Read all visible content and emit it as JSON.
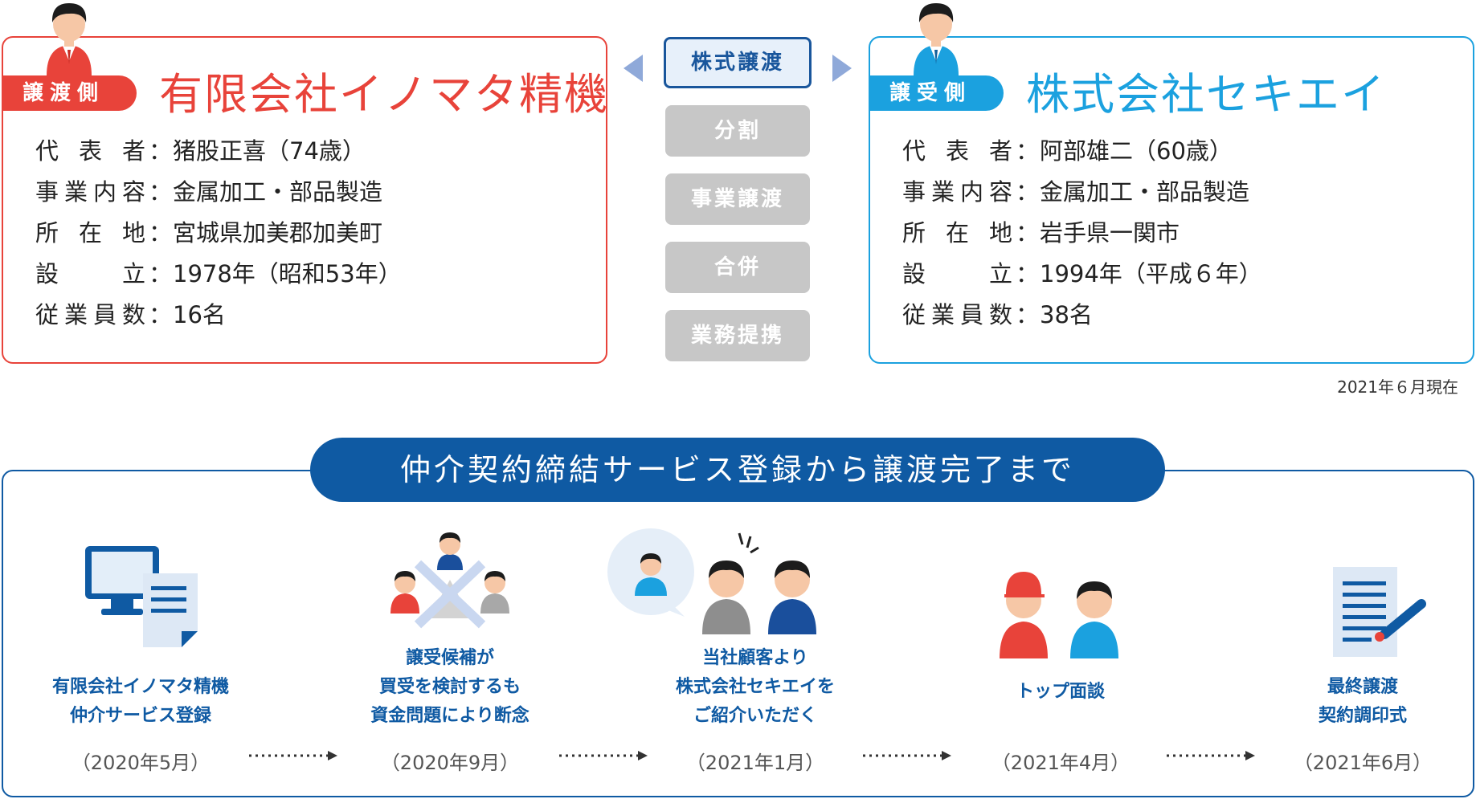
{
  "seller": {
    "role": "譲渡側",
    "company": "有限会社イノマタ精機",
    "rows": [
      {
        "label": "代表者",
        "sep": "：",
        "value": "猪股正喜（74歳）"
      },
      {
        "label": "事業内容",
        "sep": "：",
        "value": "金属加工・部品製造"
      },
      {
        "label": "所在地",
        "sep": "：",
        "value": "宮城県加美郡加美町"
      },
      {
        "label": "設立",
        "sep": "：",
        "value": "1978年（昭和53年）"
      },
      {
        "label": "従業員数",
        "sep": "：",
        "value": "16名"
      }
    ],
    "color": "#e8433a"
  },
  "buyer": {
    "role": "譲受側",
    "company": "株式会社セキエイ",
    "rows": [
      {
        "label": "代表者",
        "sep": "：",
        "value": "阿部雄二（60歳）"
      },
      {
        "label": "事業内容",
        "sep": "：",
        "value": "金属加工・部品製造"
      },
      {
        "label": "所在地",
        "sep": "：",
        "value": "岩手県一関市"
      },
      {
        "label": "設立",
        "sep": "：",
        "value": "1994年（平成６年）"
      },
      {
        "label": "従業員数",
        "sep": "：",
        "value": "38名"
      }
    ],
    "color": "#1ba1df"
  },
  "schemes": [
    {
      "label": "株式譲渡",
      "active": true
    },
    {
      "label": "分割",
      "active": false
    },
    {
      "label": "事業譲渡",
      "active": false
    },
    {
      "label": "合併",
      "active": false
    },
    {
      "label": "業務提携",
      "active": false
    }
  ],
  "as_of": "2021年６月現在",
  "timeline": {
    "title": "仲介契約締結サービス登録から譲渡完了まで",
    "steps": [
      {
        "icon": "computer-document-icon",
        "lines": [
          "有限会社イノマタ精機",
          "仲介サービス登録"
        ],
        "date": "（2020年5月）"
      },
      {
        "icon": "rejected-candidates-icon",
        "lines": [
          "譲受候補が",
          "買受を検討するも",
          "資金問題により断念"
        ],
        "date": "（2020年9月）"
      },
      {
        "icon": "introduction-icon",
        "lines": [
          "当社顧客より",
          "株式会社セキエイを",
          "ご紹介いただく"
        ],
        "date": "（2021年1月）"
      },
      {
        "icon": "top-meeting-icon",
        "lines": [
          "トップ面談"
        ],
        "date": "（2021年4月）"
      },
      {
        "icon": "contract-signing-icon",
        "lines": [
          "最終譲渡",
          "契約調印式"
        ],
        "date": "（2021年6月）"
      }
    ]
  },
  "colors": {
    "primary": "#0f5aa3",
    "seller": "#e8433a",
    "buyer": "#1ba1df",
    "inactive": "#c7c7c7"
  }
}
